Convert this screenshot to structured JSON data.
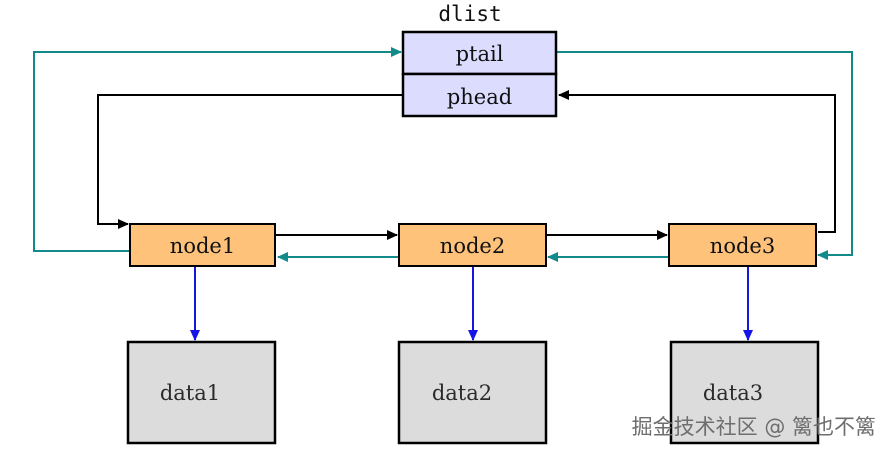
{
  "dlist": {
    "title": "dlist",
    "fields": {
      "ptail": "ptail",
      "phead": "phead"
    }
  },
  "nodes": [
    {
      "label": "node1"
    },
    {
      "label": "node2"
    },
    {
      "label": "node3"
    }
  ],
  "data_boxes": [
    {
      "label": "data1"
    },
    {
      "label": "data2"
    },
    {
      "label": "data3"
    }
  ],
  "watermark": "掘金技术社区 @ 篱也不篱",
  "colors": {
    "dlist_fill": "#dcdcff",
    "node_fill": "#ffc27a",
    "data_fill": "#dcdcdc",
    "border": "#000000",
    "next_arrow": "#000000",
    "prev_arrow": "#138a8a",
    "data_arrow": "#1414e6"
  }
}
